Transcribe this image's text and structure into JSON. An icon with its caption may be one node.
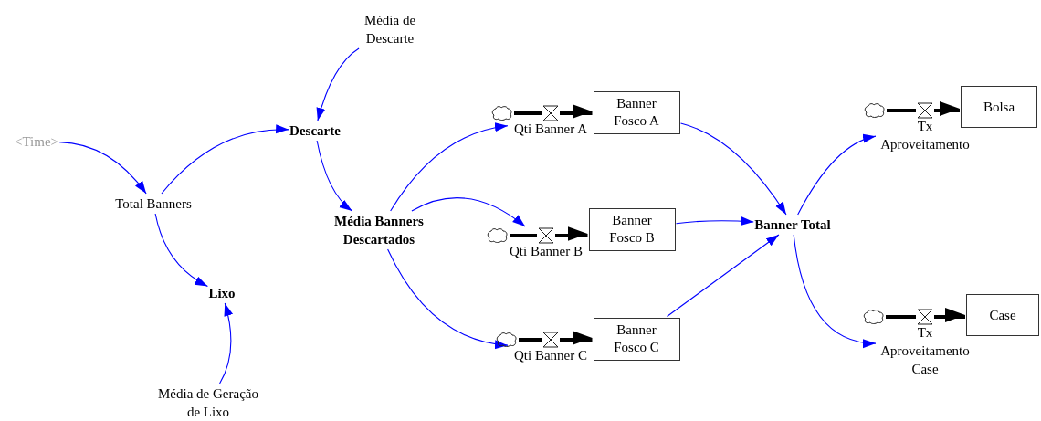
{
  "diagram": {
    "nodes": [
      {
        "text": [
          "Média de Descarte"
        ]
      },
      {
        "text": [
          "<Time>"
        ]
      },
      {
        "text": [
          "Descarte"
        ]
      },
      {
        "text": [
          "Total Banners"
        ]
      },
      {
        "text": [
          "Média Banners Descartados"
        ]
      },
      {
        "text": [
          "Lixo"
        ]
      },
      {
        "text": [
          "Média de Geração de Lixo"
        ]
      },
      {
        "text": [],
        "shape": "cloud"
      },
      {
        "text": [
          "Qti Banner A"
        ]
      },
      {
        "text": [
          "Banner Fosco A"
        ]
      },
      {
        "text": [],
        "shape": "cloud"
      },
      {
        "text": [
          "Qti Banner B"
        ]
      },
      {
        "text": [
          "Banner Fosco B"
        ]
      },
      {
        "text": [
          "Banner Total"
        ]
      },
      {
        "text": [],
        "shape": "cloud"
      },
      {
        "text": [
          "Qti Banner C"
        ]
      },
      {
        "text": [
          "Banner Fosco C"
        ]
      },
      {
        "text": [],
        "shape": "cloud"
      },
      {
        "text": [
          "Tx Aproveitamento"
        ]
      },
      {
        "text": [
          "Bolsa"
        ]
      },
      {
        "text": [],
        "shape": "cloud"
      },
      {
        "text": [
          "Tx Aproveitamento Case"
        ]
      },
      {
        "text": [
          "Case"
        ]
      }
    ],
    "edges": [
      {
        "from": 0,
        "to": 2,
        "arrow": "to"
      },
      {
        "from": 1,
        "to": 3,
        "arrow": "to"
      },
      {
        "from": 3,
        "to": 2,
        "arrow": "to"
      },
      {
        "from": 2,
        "to": 4,
        "arrow": "to"
      },
      {
        "from": 3,
        "to": 5,
        "arrow": "to"
      },
      {
        "from": 6,
        "to": 5,
        "arrow": "to"
      },
      {
        "from": 4,
        "to": 8,
        "arrow": "to"
      },
      {
        "from": 4,
        "to": 11,
        "arrow": "to"
      },
      {
        "from": 4,
        "to": 15,
        "arrow": "to"
      },
      {
        "from": 9,
        "to": 13,
        "arrow": "to"
      },
      {
        "from": 12,
        "to": 13,
        "arrow": "to"
      },
      {
        "from": 16,
        "to": 13,
        "arrow": "to"
      },
      {
        "from": 13,
        "to": 18,
        "arrow": "to"
      },
      {
        "from": 13,
        "to": 21,
        "arrow": "to"
      },
      {
        "from": 7,
        "to": 8,
        "arrow": "none",
        "style": "thick",
        "color": "#000000"
      },
      {
        "from": 8,
        "to": 9,
        "arrow": "to",
        "style": "thick",
        "color": "#000000"
      },
      {
        "from": 10,
        "to": 11,
        "arrow": "none",
        "style": "thick",
        "color": "#000000"
      },
      {
        "from": 11,
        "to": 12,
        "arrow": "to",
        "style": "thick",
        "color": "#000000"
      },
      {
        "from": 14,
        "to": 15,
        "arrow": "none",
        "style": "thick",
        "color": "#000000"
      },
      {
        "from": 15,
        "to": 16,
        "arrow": "to",
        "style": "thick",
        "color": "#000000"
      },
      {
        "from": 17,
        "to": 18,
        "arrow": "none",
        "style": "thick",
        "color": "#000000"
      },
      {
        "from": 18,
        "to": 19,
        "arrow": "to",
        "style": "thick",
        "color": "#000000"
      },
      {
        "from": 20,
        "to": 21,
        "arrow": "none",
        "style": "thick",
        "color": "#000000"
      },
      {
        "from": 21,
        "to": 22,
        "arrow": "to",
        "style": "thick",
        "color": "#000000"
      }
    ]
  }
}
